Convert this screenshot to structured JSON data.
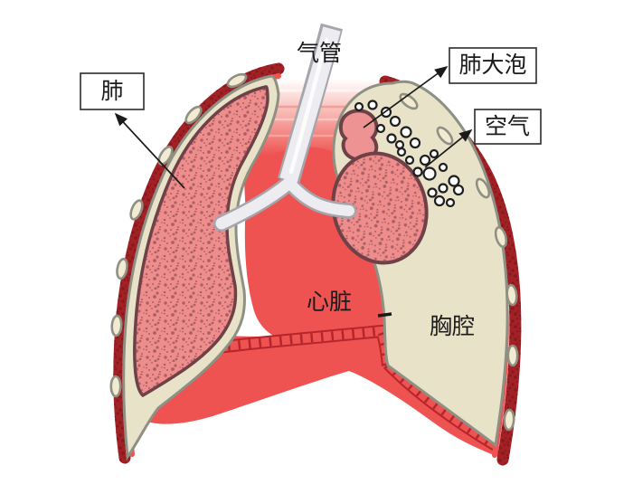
{
  "diagram": {
    "labels": {
      "trachea": "气管",
      "lung": "肺",
      "bulla": "肺大泡",
      "air": "空气",
      "heart": "心脏",
      "chest_cavity": "胸腔"
    },
    "colors": {
      "red": "#ee5351",
      "red_dark": "#b5262c",
      "wall": "#a32025",
      "wall_speckle": "#7c181d",
      "lung_pink": "#ef8d8c",
      "lung_speckle": "#7d4350",
      "lung_outline": "#6e4147",
      "bulla_pink": "#ee9394",
      "cream": "#e8e2c9",
      "rib_fill": "#f2ead1",
      "gray_outline": "#8e9083",
      "trachea_fill": "#ededf1",
      "trachea_outline": "#a5a5ab",
      "bubble_stroke": "#1f1f1f",
      "ink": "#1a1a1a",
      "box_bg": "#ffffff",
      "bg": "#ffffff"
    },
    "air_bubbles": [
      [
        397,
        118,
        4
      ],
      [
        412,
        116,
        4.5
      ],
      [
        427,
        124,
        5
      ],
      [
        437,
        134,
        5
      ],
      [
        421,
        142,
        4
      ],
      [
        449,
        146,
        5.5
      ],
      [
        433,
        153,
        4.5
      ],
      [
        442,
        160,
        4
      ],
      [
        459,
        158,
        5
      ],
      [
        444,
        168,
        4
      ],
      [
        453,
        177,
        4
      ],
      [
        470,
        177,
        5
      ],
      [
        480,
        170,
        4
      ],
      [
        462,
        190,
        4.5
      ],
      [
        475,
        192,
        6.5
      ],
      [
        490,
        185,
        4
      ],
      [
        502,
        200,
        5.5
      ],
      [
        490,
        208,
        4.5
      ],
      [
        507,
        210,
        5
      ],
      [
        478,
        213,
        4.5
      ],
      [
        486,
        222,
        5
      ],
      [
        498,
        224,
        4
      ]
    ],
    "ribs_left": [
      [
        262,
        89,
        -27
      ],
      [
        214,
        127,
        -48
      ],
      [
        183,
        172,
        -58
      ],
      [
        151,
        232,
        -68
      ],
      [
        135,
        297,
        -79
      ],
      [
        129,
        360,
        -86
      ],
      [
        128,
        427,
        -90
      ]
    ],
    "ribs_right": [
      [
        452,
        112,
        38
      ],
      [
        492,
        150,
        50
      ],
      [
        534,
        208,
        63
      ],
      [
        554,
        262,
        74
      ],
      [
        566,
        326,
        84
      ],
      [
        567,
        393,
        89
      ],
      [
        563,
        464,
        93
      ]
    ]
  }
}
